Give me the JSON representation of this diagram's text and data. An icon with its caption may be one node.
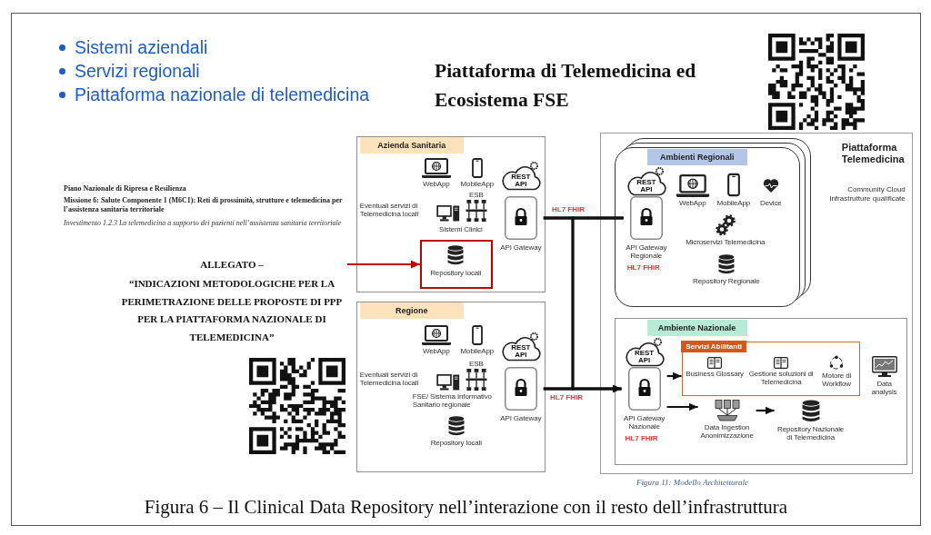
{
  "diagram": {
    "title": "Piattaforma di Telemedicina ed Ecosistema FSE",
    "caption": "Figura 6 – Il Clinical Data Repository nell’interazione con il resto dell’infrastruttura",
    "nodes": [
      {
        "text": [
          "ALLEGATO –",
          "“INDICAZIONI METODOLOGICHE PER LA PERIMETRAZIONE DELLE PROPOSTE DI PPP PER LA PIATTAFORMA NAZIONALE DI TELEMEDICINA”"
        ]
      },
      {
        "text": [
          "Azienda Sanitaria"
        ]
      },
      {
        "text": [
          "WebApp"
        ],
        "in": 1
      },
      {
        "text": [
          "MobileApp"
        ],
        "in": 1
      },
      {
        "text": [
          "ESB",
          "Sistemi Clinici"
        ],
        "beside": [
          "Eventuali servizi di Telemedicina locali"
        ],
        "in": 1
      },
      {
        "text": [
          "Repository locali"
        ],
        "in": 1
      },
      {
        "text": [
          "REST API",
          "API Gateway"
        ],
        "in": 1
      },
      {
        "text": [
          "Regione"
        ]
      },
      {
        "text": [
          "WebApp"
        ],
        "in": 7
      },
      {
        "text": [
          "MobileApp"
        ],
        "in": 7
      },
      {
        "text": [
          "ESB",
          "FSE/ Sistema Informativo Sanitario regionale"
        ],
        "beside": [
          "Eventuali servizi di Telemedicina locali"
        ],
        "in": 7
      },
      {
        "text": [
          "Repository locali"
        ],
        "in": 7
      },
      {
        "text": [
          "REST API",
          "API Gateway"
        ],
        "in": 7
      },
      {
        "text": [
          "Piattaforma Telemedicina",
          "Community Cloud Infrastrutture qualificate"
        ]
      },
      {
        "text": [
          "Ambienti Regionali"
        ],
        "in": 13
      },
      {
        "text": [
          "REST API",
          "API Gateway Regionale"
        ],
        "beside": [
          "HL7 FHIR"
        ],
        "in": 14
      },
      {
        "text": [
          "WebApp"
        ],
        "in": 14
      },
      {
        "text": [
          "MobileApp"
        ],
        "in": 14
      },
      {
        "text": [
          "Device"
        ],
        "in": 14
      },
      {
        "text": [
          "Microservizi Telemedicina"
        ],
        "in": 14
      },
      {
        "text": [
          "Repository Regionale"
        ],
        "in": 14
      },
      {
        "text": [
          "Ambiente Nazionale"
        ],
        "in": 13
      },
      {
        "text": [
          "REST API",
          "API Gateway Nazionale"
        ],
        "beside": [
          "HL7 FHIR"
        ],
        "in": 21
      },
      {
        "text": [
          "Servizi Abilitanti"
        ],
        "in": 21
      },
      {
        "text": [
          "Business Glossary"
        ],
        "in": 23
      },
      {
        "text": [
          "Gestione soluzioni di Telemedicina"
        ],
        "in": 23
      },
      {
        "text": [
          "Motore di Workflow"
        ],
        "in": 23
      },
      {
        "text": [
          "Data analysis"
        ],
        "in": 21
      },
      {
        "text": [
          "Data Ingestion Anonimizzazione"
        ],
        "in": 21
      },
      {
        "text": [
          "Repository Nazionale di Telemedicina"
        ],
        "in": 21
      }
    ],
    "edges": [
      {
        "from": 0,
        "to": 5,
        "arrow": "to",
        "color": "#c00000"
      },
      {
        "from": 6,
        "to": 15,
        "arrow": "none",
        "label": "HL7 FHIR"
      },
      {
        "from": 6,
        "to": 22,
        "arrow": "to"
      },
      {
        "from": 12,
        "to": 15,
        "arrow": "none"
      },
      {
        "from": 12,
        "to": 22,
        "arrow": "to",
        "label": "HL7 FHIR"
      },
      {
        "from": 22,
        "to": 23,
        "arrow": "to"
      },
      {
        "from": 22,
        "to": 28,
        "arrow": "to"
      },
      {
        "from": 28,
        "to": 29,
        "arrow": "to"
      }
    ],
    "labels": [
      "Sistemi aziendali",
      "Servizi regionali",
      "Piattaforma nazionale di telemedicina",
      "Piano Nazionale di Ripresa e Resilienza",
      "Missione 6: Salute Componente 1 (M6C1): Reti di prossimità, strutture e telemedicina per l’assistenza sanitaria territoriale",
      "Investimento 1.2.3 La telemedicina a supporto dei pazienti nell’assistenza sanitaria territoriale",
      "Figura 11: Modello Architetturale"
    ]
  }
}
